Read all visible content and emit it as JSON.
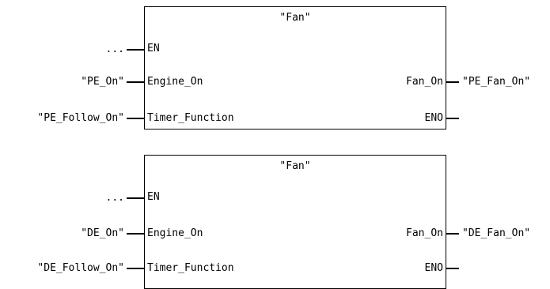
{
  "blocks": [
    {
      "title": "\"Fan\"",
      "pins_in": [
        "EN",
        "Engine_On",
        "Timer_Function"
      ],
      "pins_out": [
        "Fan_On",
        "ENO"
      ],
      "inputs": [
        "...",
        "\"PE_On\"",
        "\"PE_Follow_On\""
      ],
      "outputs": [
        "\"PE_Fan_On\"",
        ""
      ]
    },
    {
      "title": "\"Fan\"",
      "pins_in": [
        "EN",
        "Engine_On",
        "Timer_Function"
      ],
      "pins_out": [
        "Fan_On",
        "ENO"
      ],
      "inputs": [
        "...",
        "\"DE_On\"",
        "\"DE_Follow_On\""
      ],
      "outputs": [
        "\"DE_Fan_On\"",
        ""
      ]
    }
  ]
}
